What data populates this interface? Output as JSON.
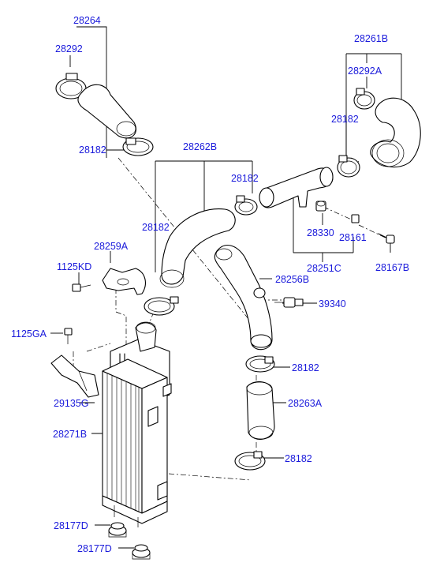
{
  "labels": {
    "hose_upper_left": "28264",
    "clamp_top_left": "28292",
    "clamp_upper_left": "28182",
    "hose_right_assy": "28261B",
    "clamp_right_top": "28292A",
    "clamp_right": "28182",
    "hose_center_assy": "28262B",
    "clamp_center_right": "28182",
    "clamp_center_left": "28182",
    "pipe_assy": "28251C",
    "bolt_small": "28330",
    "nut": "28161",
    "bolt_right": "28167B",
    "bracket": "28259A",
    "bolt_bracket": "1125KD",
    "pipe_bend": "28256B",
    "sensor": "39340",
    "clamp_mid": "28182",
    "hose_lower": "28263A",
    "clamp_lower": "28182",
    "bolt_side": "1125GA",
    "bracket_side": "29135G",
    "intercooler": "28271B",
    "mount_upper": "28177D",
    "mount_lower": "28177D"
  },
  "colors": {
    "label": "#1a1adb",
    "line": "#000000"
  }
}
